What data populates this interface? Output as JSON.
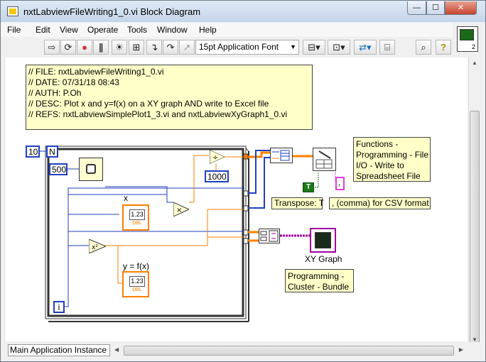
{
  "window": {
    "title": "nxtLabviewFileWriting1_0.vi Block Diagram",
    "minimize": "—",
    "maximize": "☐",
    "close": "✕"
  },
  "menu": [
    "File",
    "Edit",
    "View",
    "Operate",
    "Tools",
    "Window",
    "Help"
  ],
  "toolbar": {
    "font": "15pt Application Font",
    "icons": [
      "run-arrow-icon",
      "continuous-run-icon",
      "abort-icon",
      "pause-icon",
      "highlight-execution-icon",
      "retain-wire-values-icon",
      "step-into-icon",
      "step-over-icon",
      "step-out-icon",
      "align-objects-icon",
      "distribute-objects-icon",
      "reorder-icon",
      "cleanup-diagram-icon",
      "search-icon",
      "help-icon"
    ],
    "context_help_number": "2"
  },
  "diagram": {
    "header_comment": "// FILE: nxtLabviewFileWriting1_0.vi\n// DATE: 07/31/18 08:43\n// AUTH: P.Oh\n// DESC: Plot x and y=f(x) on a XY graph AND write to Excel file\n// REFS: nxtLabviewSimplePlot1_3.vi and nxtLabviewXyGraph1_0.vi",
    "loop_count": "10",
    "loop_N": "N",
    "loop_i": "i",
    "wait_ms": "500",
    "divide_const": "1000",
    "x_label": "x",
    "x_indicator": "1.23",
    "x_type": "DBL",
    "y_label": "y = f(x)",
    "y_indicator": "1.23",
    "y_type": "DBL",
    "functions_comment": "Functions -\nProgramming - File\nI/O - Write to\nSpreadsheet File",
    "transpose_label": "Transpose: T",
    "transpose_const": "T",
    "comma_const": ",",
    "comma_label": ", (comma) for CSV format",
    "xy_graph_label": "XY Graph",
    "bundle_comment": "Programming -\nCluster - Bundle"
  },
  "status": {
    "instance": "Main Application Instance"
  },
  "colors": {
    "numeric_wire": "#ff7f00",
    "int_wire": "#1f3fbf",
    "cluster_wire": "#a0009f",
    "bool_green": "#1a7a1a",
    "string_pink": "#e03ce0"
  }
}
